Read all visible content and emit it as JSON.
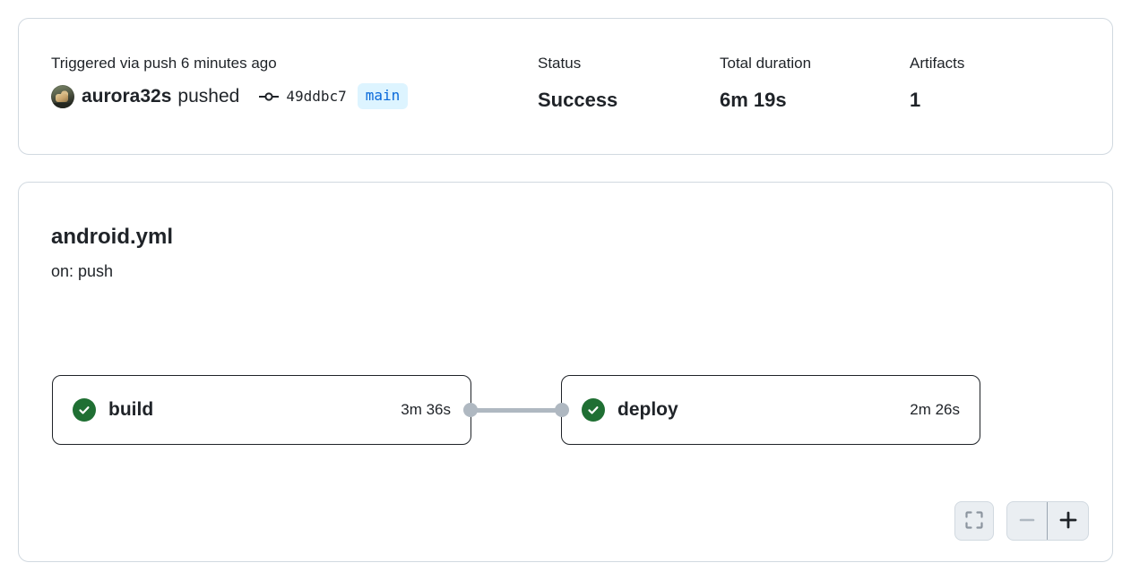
{
  "summary": {
    "trigger": {
      "label": "Triggered via push 6 minutes ago",
      "actor": "aurora32s",
      "action": "pushed",
      "commit_sha": "49ddbc7",
      "branch": "main",
      "commit_icon": "git-commit-icon",
      "avatar_name": "avatar"
    },
    "status": {
      "label": "Status",
      "value": "Success"
    },
    "duration": {
      "label": "Total duration",
      "value": "6m 19s"
    },
    "artifacts": {
      "label": "Artifacts",
      "value": "1"
    }
  },
  "graph": {
    "workflow_file": "android.yml",
    "trigger_event": "on: push",
    "nodes": [
      {
        "id": "build",
        "name": "build",
        "duration": "3m 36s",
        "status": "success",
        "status_icon": "check-circle-icon"
      },
      {
        "id": "deploy",
        "name": "deploy",
        "duration": "2m 26s",
        "status": "success",
        "status_icon": "check-circle-icon"
      }
    ],
    "edges": [
      {
        "from": "build",
        "to": "deploy"
      }
    ],
    "controls": {
      "fit_view": "fit-view-icon",
      "zoom_out": "minus-icon",
      "zoom_in": "plus-icon",
      "zoom_out_label": "−",
      "zoom_in_label": "+"
    }
  },
  "colors": {
    "success_green": "#1f6f33",
    "branch_badge_bg": "#ddf4ff",
    "branch_badge_text": "#0969da",
    "handle_gray": "#afb8c1",
    "border": "#d1d9e0",
    "node_border": "#1f2328",
    "control_bg": "#eaeef2"
  }
}
